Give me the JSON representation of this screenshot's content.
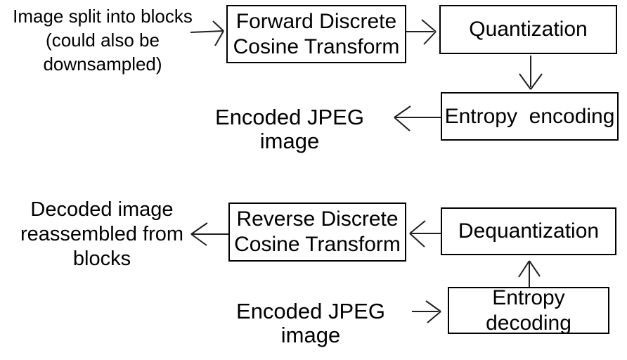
{
  "diagram": {
    "title_implied": "JPEG encoding and decoding block diagram",
    "encoder": {
      "input_note": "Image split into blocks\n(could also be\ndownsampled)",
      "fdct_label": "Forward Discrete\nCosine Transform",
      "quantization_label": "Quantization",
      "entropy_encoding_label": "Entropy  encoding",
      "output_note": "Encoded JPEG image"
    },
    "decoder": {
      "output_note": "Decoded image\nreassembled from\nblocks",
      "rdct_label": "Reverse Discrete\nCosine Transform",
      "dequantization_label": "Dequantization",
      "entropy_decoding_label": "Entropy decoding",
      "input_note": "Encoded JPEG image"
    },
    "colors": {
      "background": "#ffffff",
      "ink": "#000000",
      "arrow": "#1f1f1f"
    }
  }
}
